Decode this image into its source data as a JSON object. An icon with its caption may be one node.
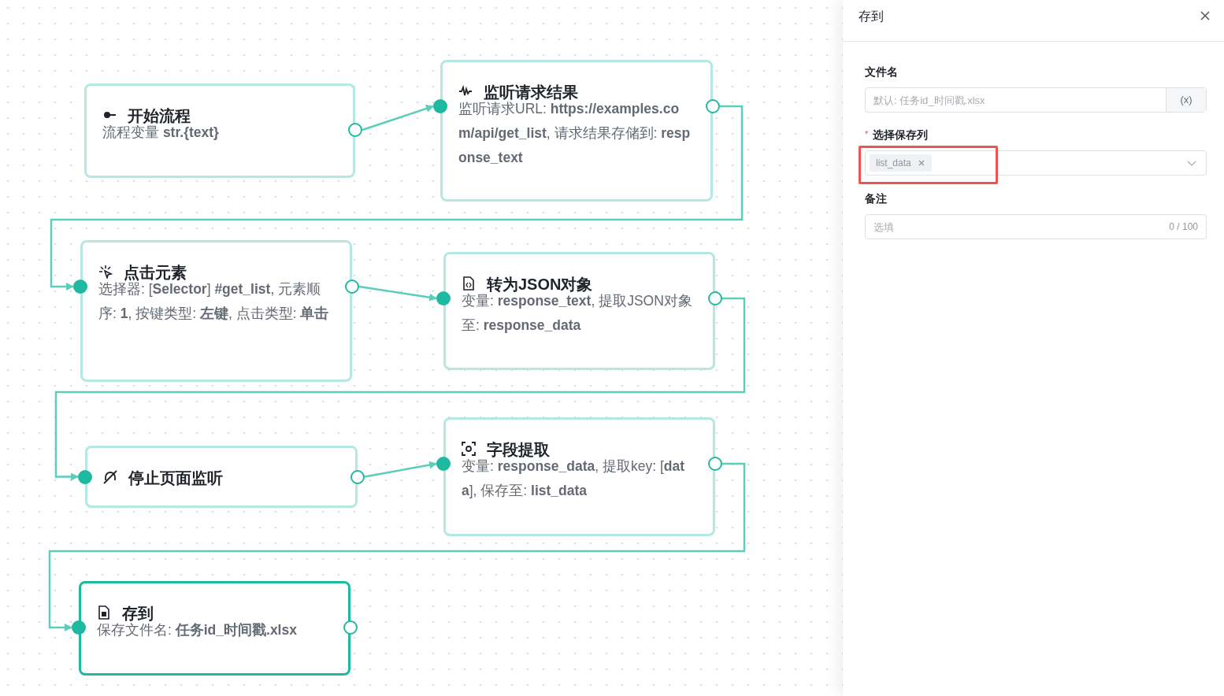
{
  "diagram": {
    "nodes": [
      {
        "text": [
          "开始流程",
          "流程变量 **str.{text}**"
        ]
      },
      {
        "text": [
          "监听请求结果",
          "监听请求URL: **https://examples.com/api/get_list**, 请求结果存储到: **response_text**"
        ]
      },
      {
        "text": [
          "点击元素",
          "选择器: [**Selector**] **#get_list**, 元素顺序: **1**, 按键类型: **左键**, 点击类型: **单击**"
        ]
      },
      {
        "text": [
          "转为JSON对象",
          "变量: **response_text**, 提取JSON对象至: **response_data**"
        ]
      },
      {
        "text": [
          "停止页面监听"
        ]
      },
      {
        "text": [
          "字段提取",
          "变量: **response_data**, 提取key: [**data**], 保存至: **list_data**"
        ]
      },
      {
        "text": [
          "存到",
          "保存文件名: **任务id_时间戳.xlsx**"
        ]
      }
    ],
    "edges": [
      {
        "from": 0,
        "to": 1,
        "arrow": "to"
      },
      {
        "from": 1,
        "to": 2,
        "arrow": "to"
      },
      {
        "from": 2,
        "to": 3,
        "arrow": "to"
      },
      {
        "from": 3,
        "to": 4,
        "arrow": "to"
      },
      {
        "from": 4,
        "to": 5,
        "arrow": "to"
      },
      {
        "from": 5,
        "to": 6,
        "arrow": "to"
      }
    ],
    "labels": [
      "存到",
      "文件名",
      "默认: 任务id_时间戳.xlsx",
      "(x)",
      "*",
      "选择保存列",
      "list_data",
      "备注",
      "选填",
      "0 / 100"
    ]
  }
}
